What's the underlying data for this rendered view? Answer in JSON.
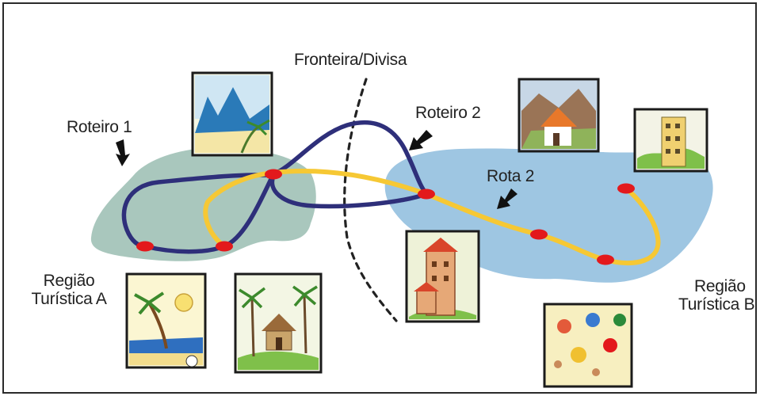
{
  "labels": {
    "fronteira": "Fronteira/Divisa",
    "roteiro1": "Roteiro 1",
    "roteiro2": "Roteiro 2",
    "rota2": "Rota 2",
    "regiao_a_line1": "Região",
    "regiao_a_line2": "Turística A",
    "regiao_b_line1": "Região",
    "regiao_b_line2": "Turística B"
  },
  "colors": {
    "region_a": "#a9c7bd",
    "region_b": "#9ec6e2",
    "roteiro_route": "#2e2f7a",
    "rota_route": "#f6c834",
    "stop_marker": "#e3191c",
    "border_line": "#222222"
  },
  "icons": {
    "mountains": "mountain-landscape-icon",
    "mountain_house": "mountain-house-icon",
    "tall_building": "tall-building-icon",
    "tower_city": "tower-building-icon",
    "beach_sun": "beach-sun-icon",
    "palm_hut": "palm-hut-icon",
    "beach_umbrellas": "beach-umbrellas-icon"
  }
}
